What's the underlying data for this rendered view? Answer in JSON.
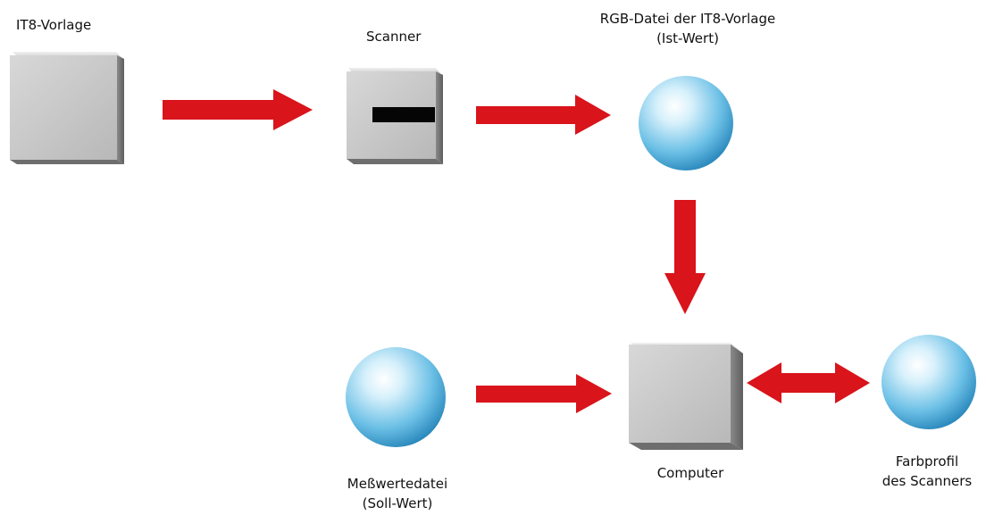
{
  "nodes": {
    "it8_template": {
      "label": "IT8-Vorlage"
    },
    "scanner": {
      "label": "Scanner"
    },
    "rgb_file": {
      "label_line1": "RGB-Datei der IT8-Vorlage",
      "label_line2": "(Ist-Wert)"
    },
    "measurement_file": {
      "label_line1": "Meßwertedatei",
      "label_line2": "(Soll-Wert)"
    },
    "computer": {
      "label": "Computer"
    },
    "color_profile": {
      "label_line1": "Farbprofil",
      "label_line2": "des Scanners"
    }
  },
  "colors": {
    "arrow": "#d9141b",
    "box": "#c4c4c4",
    "sphere": "#5ab8e0"
  }
}
